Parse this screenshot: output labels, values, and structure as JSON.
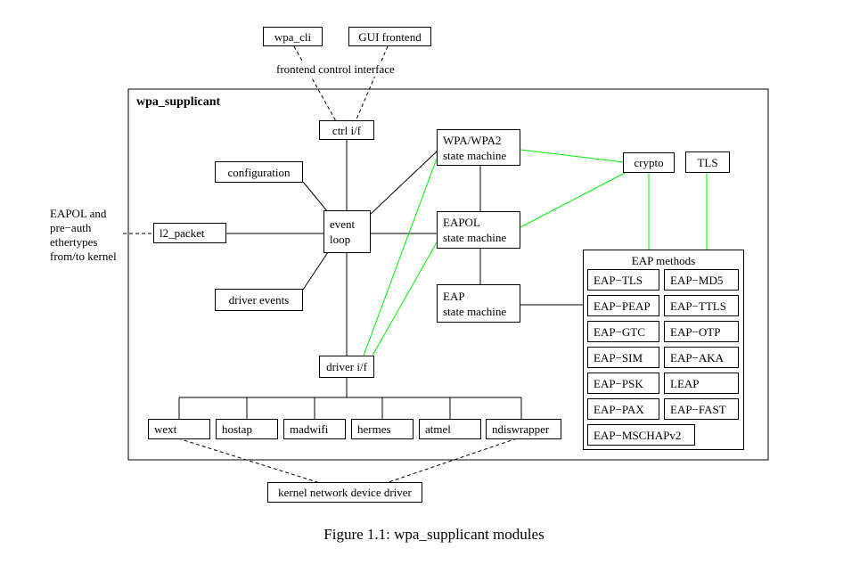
{
  "frontend": {
    "wpa_cli": "wpa_cli",
    "gui_frontend": "GUI frontend",
    "control_interface_label": "frontend control interface"
  },
  "container_title": "wpa_supplicant",
  "modules": {
    "ctrl_if": "ctrl i/f",
    "configuration": "configuration",
    "l2_packet": "l2_packet",
    "driver_events": "driver events",
    "event_loop": [
      "event",
      "loop"
    ],
    "wpa_state_machine": [
      "WPA/WPA2",
      "state machine"
    ],
    "eapol_state_machine": [
      "EAPOL",
      "state machine"
    ],
    "eap_state_machine": [
      "EAP",
      "state machine"
    ],
    "crypto": "crypto",
    "tls": "TLS",
    "driver_if": "driver i/f"
  },
  "eapol_note": [
    "EAPOL and",
    "pre−auth",
    "ethertypes",
    "from/to kernel"
  ],
  "eap_methods": {
    "title": "EAP methods",
    "left": [
      "EAP−TLS",
      "EAP−PEAP",
      "EAP−GTC",
      "EAP−SIM",
      "EAP−PSK",
      "EAP−PAX"
    ],
    "right": [
      "EAP−MD5",
      "EAP−TTLS",
      "EAP−OTP",
      "EAP−AKA",
      "LEAP",
      "EAP−FAST"
    ],
    "bottom": "EAP−MSCHAPv2"
  },
  "drivers": [
    "wext",
    "hostap",
    "madwifi",
    "hermes",
    "atmel",
    "ndiswrapper"
  ],
  "kernel_driver": "kernel network device driver",
  "caption": "Figure 1.1: wpa_supplicant modules",
  "colors": {
    "black_link": "#000000",
    "green_link": "#00ee00"
  }
}
